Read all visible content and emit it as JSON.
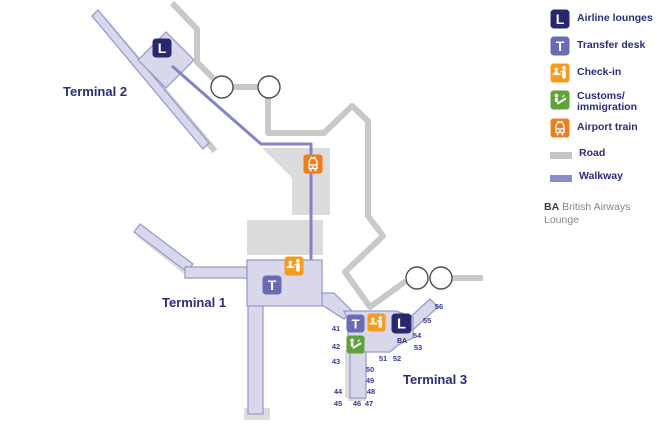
{
  "legend": {
    "items": [
      {
        "icon": "airline-lounges-icon",
        "label": "Airline lounges"
      },
      {
        "icon": "transfer-desk-icon",
        "label": "Transfer desk"
      },
      {
        "icon": "check-in-icon",
        "label": "Check-in"
      },
      {
        "icon": "customs-immigration-icon",
        "label": "Customs/",
        "label2": "immigration"
      },
      {
        "icon": "airport-train-icon",
        "label": "Airport train"
      },
      {
        "icon": "road-swatch",
        "label": "Road"
      },
      {
        "icon": "walkway-swatch",
        "label": "Walkway"
      }
    ],
    "note": {
      "ba": "BA",
      "airways": "British Airways",
      "lounge": "Lounge"
    }
  },
  "map": {
    "terminal_2": "Terminal 2",
    "terminal_1": "Terminal 1",
    "terminal_3": "Terminal 3",
    "ba_tag": "BA",
    "gates": [
      "41",
      "42",
      "43",
      "44",
      "45",
      "46",
      "47",
      "48",
      "49",
      "50",
      "51",
      "52",
      "53",
      "54",
      "55",
      "56"
    ]
  },
  "glyphs": {
    "lounge_letter": "L",
    "transfer_letter": "T"
  },
  "colors": {
    "navy_icon": "#28286e",
    "navy_text": "#2b2b7f",
    "transfer_purple": "#6a6ab5",
    "checkin_orange": "#f59c1e",
    "train_orange": "#ef7d1e",
    "customs_green": "#5fa23a",
    "road_gray": "#c9c9c9",
    "walkway_purple": "#8b8bc8",
    "terminal_fill": "#d8d8ea"
  }
}
